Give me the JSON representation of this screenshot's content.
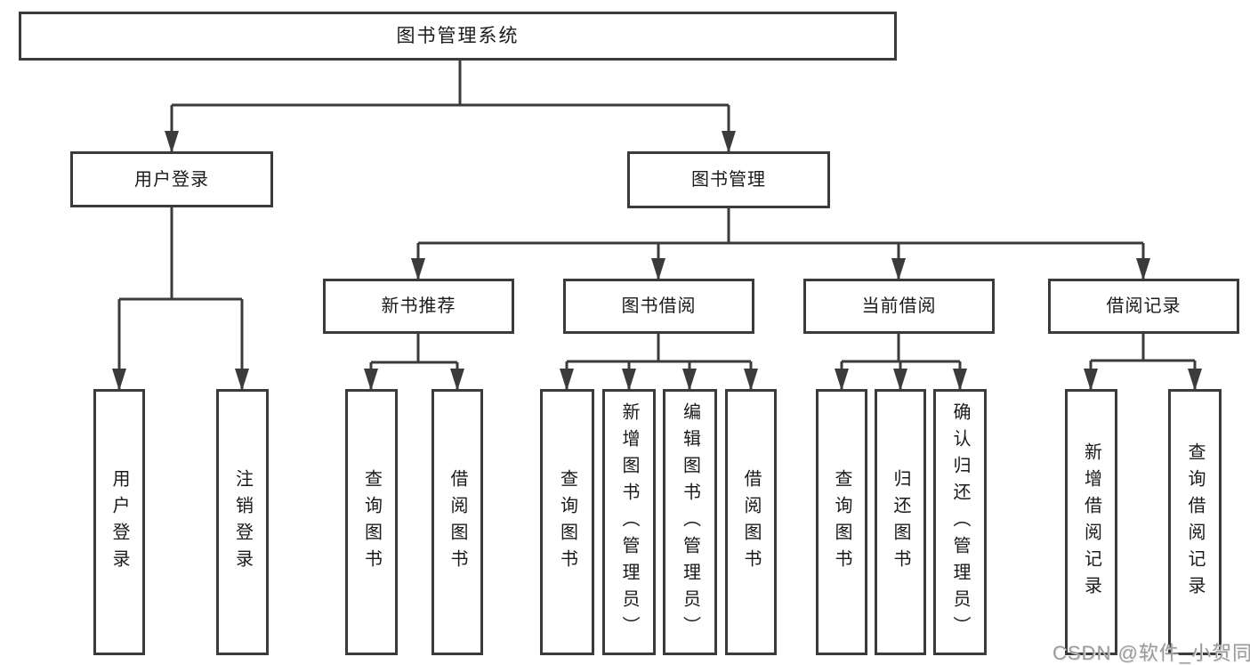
{
  "diagram": {
    "root": "图书管理系统",
    "user_branch": {
      "label": "用户登录",
      "children": [
        "用户登录",
        "注销登录"
      ]
    },
    "book_branch": {
      "label": "图书管理",
      "sections": {
        "new_book": {
          "label": "新书推荐",
          "children": [
            "查询图书",
            "借阅图书"
          ]
        },
        "borrow": {
          "label": "图书借阅",
          "children": [
            "查询图书",
            "新增图书（管理员）",
            "编辑图书（管理员）",
            "借阅图书"
          ]
        },
        "current": {
          "label": "当前借阅",
          "children": [
            "查询图书",
            "归还图书",
            "确认归还（管理员）"
          ]
        },
        "records": {
          "label": "借阅记录",
          "children": [
            "新增借阅记录",
            "查询借阅记录"
          ]
        }
      }
    }
  },
  "watermark": {
    "text": "CSDN @软件_小贺同学"
  },
  "colors": {
    "line": "#3b3b3b",
    "box_border": "#3b3b3b",
    "text": "#1a1a1a",
    "watermark": "#9b9b9b",
    "background": "#ffffff"
  }
}
